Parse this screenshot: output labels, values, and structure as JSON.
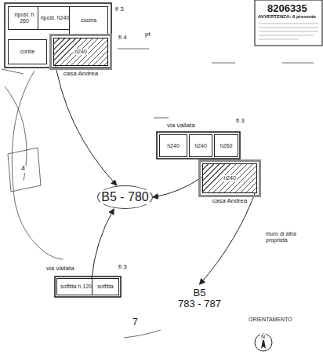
{
  "diagram": {
    "nodes": [
      {
        "text": [
          "ripost. h 260"
        ]
      },
      {
        "text": [
          "cortile"
        ]
      },
      {
        "text": [
          "ripost. h240"
        ]
      },
      {
        "text": [
          "cucina"
        ]
      },
      {
        "text": [
          "h240",
          "casa Andrea"
        ]
      },
      {
        "text": [
          "B5 - 780"
        ]
      },
      {
        "text": [
          "h240"
        ]
      },
      {
        "text": [
          "h240"
        ]
      },
      {
        "text": [
          "h260"
        ]
      },
      {
        "text": [
          "h240",
          "casa Andrea"
        ]
      },
      {
        "text": [
          "soffitta h 120"
        ]
      },
      {
        "text": [
          "soffitta"
        ]
      },
      {
        "text": [
          "B5",
          "783 - 787"
        ]
      }
    ],
    "edges": [
      {
        "from": 4,
        "to": 5,
        "arrow": "to"
      },
      {
        "from": 9,
        "to": 5,
        "arrow": "to"
      },
      {
        "from": 10,
        "to": 5,
        "arrow": "to"
      },
      {
        "from": 9,
        "to": 12,
        "arrow": "to"
      }
    ],
    "labels": [
      "8206335",
      "AVVERTENZA: Il presente",
      "pt",
      "fl 3",
      "fl 4",
      "4",
      "via vallata",
      "fl 3",
      "via vallata",
      "fl 3",
      "muro di altra proprietà",
      "ORIENTAMENTO",
      "N",
      "7"
    ]
  }
}
